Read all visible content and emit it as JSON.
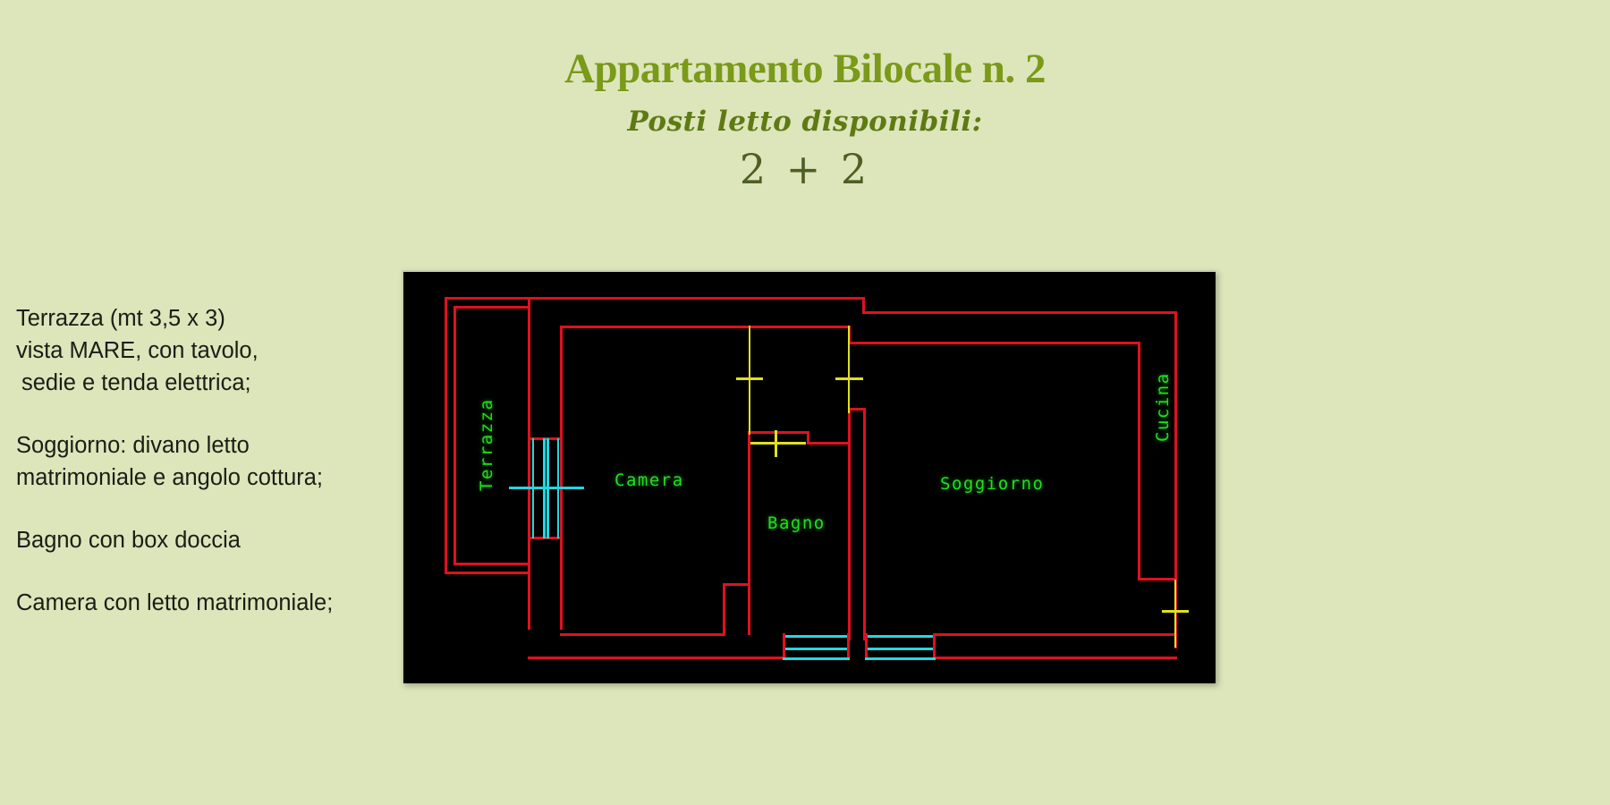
{
  "page": {
    "background_color": "#dde5bb",
    "title_color": "#7a9a18",
    "subtitle_color": "#5e7a13",
    "body_text_color": "#1c1c14"
  },
  "header": {
    "title": "Appartamento Bilocale n. 2",
    "subtitle": "Posti letto disponibili:",
    "beds": "2 + 2"
  },
  "description": {
    "paragraphs": [
      {
        "id": "terrazza",
        "lines": [
          "Terrazza (mt 3,5 x 3)",
          "vista MARE, con tavolo,",
          "sedie e tenda elettrica;"
        ]
      },
      {
        "id": "soggiorno",
        "lines": [
          "Soggiorno: divano letto",
          "matrimoniale e angolo cottura;"
        ]
      },
      {
        "id": "bagno",
        "lines": [
          "Bagno con box doccia"
        ]
      },
      {
        "id": "camera",
        "lines": [
          "Camera con letto matrimoniale;"
        ]
      }
    ]
  },
  "floorplan": {
    "background_color": "#000000",
    "wall_color": "#e01020",
    "glazing_color": "#22d8e0",
    "door_marker_color": "#e0e020",
    "label_color": "#22dd22",
    "rooms": [
      {
        "name": "Terrazza",
        "orientation": "vertical"
      },
      {
        "name": "Camera",
        "orientation": "horizontal"
      },
      {
        "name": "Bagno",
        "orientation": "horizontal"
      },
      {
        "name": "Soggiorno",
        "orientation": "horizontal"
      },
      {
        "name": "Cucina",
        "orientation": "vertical"
      }
    ],
    "openings": [
      {
        "type": "sliding-glass-door",
        "location": "terrazza-camera"
      },
      {
        "type": "window",
        "location": "camera-south"
      },
      {
        "type": "window",
        "location": "soggiorno-south"
      }
    ],
    "door_markers": [
      {
        "location": "camera-bagno-north"
      },
      {
        "location": "bagno-soggiorno-north"
      },
      {
        "location": "bagno-entry"
      },
      {
        "location": "cucina-east"
      }
    ]
  }
}
